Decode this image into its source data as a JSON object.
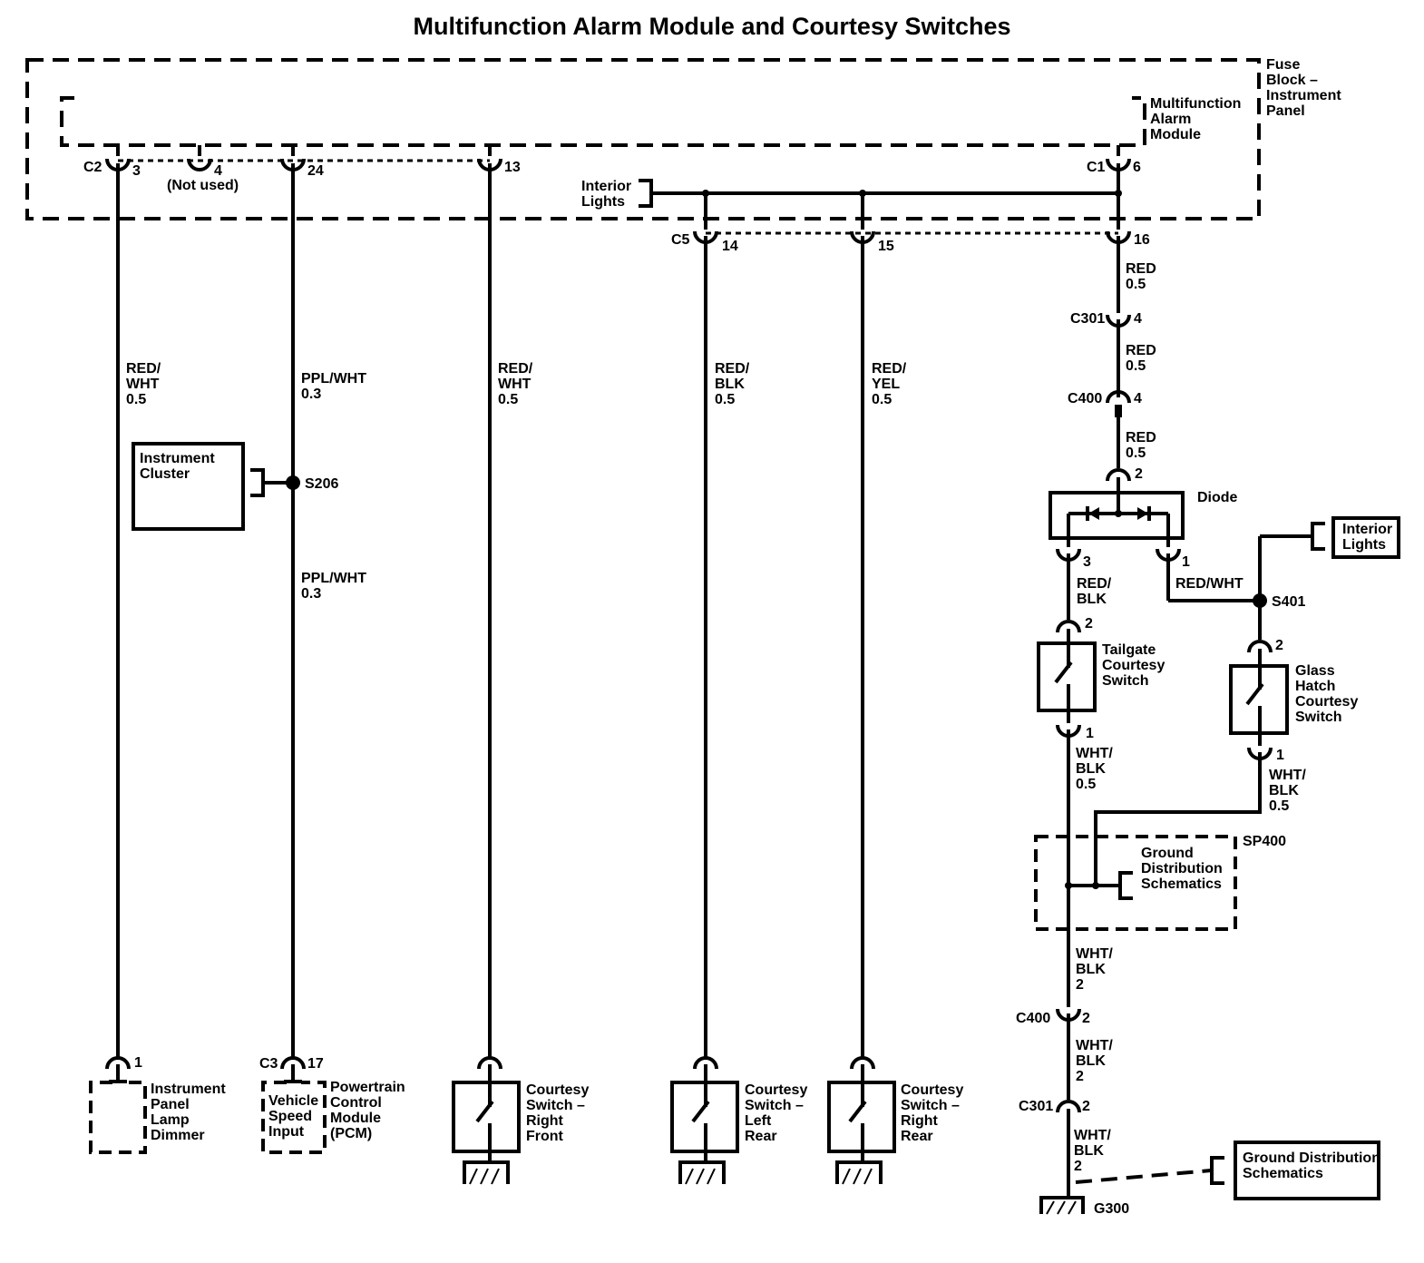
{
  "title": "Multifunction Alarm Module and Courtesy Switches",
  "fuse_block_label": [
    "Fuse",
    "Block –",
    "Instrument",
    "Panel"
  ],
  "module_label": [
    "Multifunction",
    "Alarm",
    "Module"
  ],
  "connectors": {
    "c2": "C2",
    "c2_pin3": "3",
    "c2_pin4": "4",
    "not_used": "(Not used)",
    "c2_pin24": "24",
    "c2_pin13": "13",
    "c1": "C1",
    "c1_pin6": "6",
    "c5": "C5",
    "c5_pin14": "14",
    "c5_pin15": "15",
    "c5_pin16": "16",
    "c301_a": "C301",
    "c301_a_pin": "4",
    "c400_a": "C400",
    "c400_a_pin": "4",
    "diode_pin2": "2",
    "diode_pin3": "3",
    "diode_pin1": "1",
    "tailgate_pin2": "2",
    "tailgate_pin1": "1",
    "glass_pin2": "2",
    "glass_pin1": "1",
    "c400_b": "C400",
    "c400_b_pin": "2",
    "c301_b": "C301",
    "c301_b_pin": "2",
    "dimmer_pin": "1",
    "c3": "C3",
    "c3_pin": "17"
  },
  "interior_lights_top": [
    "Interior",
    "Lights"
  ],
  "interior_lights_right": [
    "Interior",
    "Lights"
  ],
  "wires": {
    "w1": [
      "RED/",
      "WHT",
      "0.5"
    ],
    "w2a": [
      "PPL/WHT",
      "0.3"
    ],
    "w2b": [
      "PPL/WHT",
      "0.3"
    ],
    "w3": [
      "RED/",
      "WHT",
      "0.5"
    ],
    "w4": [
      "RED/",
      "BLK",
      "0.5"
    ],
    "w5": [
      "RED/",
      "YEL",
      "0.5"
    ],
    "w6a": [
      "RED",
      "0.5"
    ],
    "w6b": [
      "RED",
      "0.5"
    ],
    "w6c": [
      "RED",
      "0.5"
    ],
    "diode_left": [
      "RED/",
      "BLK"
    ],
    "diode_right": "RED/WHT",
    "tailgate_out": [
      "WHT/",
      "BLK",
      "0.5"
    ],
    "glass_out": [
      "WHT/",
      "BLK",
      "0.5"
    ],
    "ground_1": [
      "WHT/",
      "BLK",
      "2"
    ],
    "ground_2": [
      "WHT/",
      "BLK",
      "2"
    ],
    "ground_3": [
      "WHT/",
      "BLK",
      "2"
    ]
  },
  "splices": {
    "s206": "S206",
    "s401": "S401",
    "sp400": "SP400"
  },
  "instrument_cluster": [
    "Instrument",
    "Cluster"
  ],
  "diode_label": "Diode",
  "tailgate_switch": [
    "Tailgate",
    "Courtesy",
    "Switch"
  ],
  "glass_hatch_switch": [
    "Glass",
    "Hatch",
    "Courtesy",
    "Switch"
  ],
  "ground_distribution_mid": [
    "Ground",
    "Distribution",
    "Schematics"
  ],
  "ground_distribution_bottom": [
    "Ground Distribution",
    "Schematics"
  ],
  "ground_g300": "G300",
  "bottom_components": {
    "dimmer": [
      "Instrument",
      "Panel",
      "Lamp",
      "Dimmer"
    ],
    "vehicle_speed": [
      "Vehicle",
      "Speed",
      "Input"
    ],
    "pcm": [
      "Powertrain",
      "Control",
      "Module",
      "(PCM)"
    ],
    "switch_rf": [
      "Courtesy",
      "Switch –",
      "Right",
      "Front"
    ],
    "switch_lr": [
      "Courtesy",
      "Switch –",
      "Left",
      "Rear"
    ],
    "switch_rr": [
      "Courtesy",
      "Switch –",
      "Right",
      "Rear"
    ]
  }
}
